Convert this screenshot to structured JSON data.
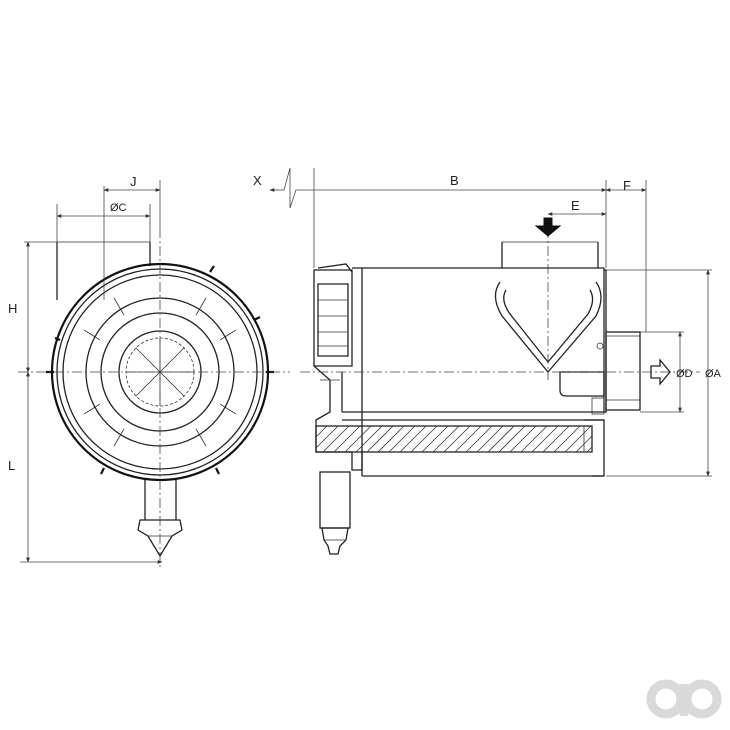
{
  "labels": {
    "x": "X",
    "b": "B",
    "f": "F",
    "e": "E",
    "j": "J",
    "oc": "ØC",
    "h": "H",
    "l": "L",
    "od": "ØD",
    "oa": "ØA"
  },
  "colors": {
    "line": "#222222",
    "logo": "#d9d9d9",
    "background": "#ffffff"
  },
  "icons": {
    "inlet_arrow": "down-arrow-icon",
    "outlet_arrow": "right-arrow-icon",
    "logo": "ao-logo-icon"
  }
}
